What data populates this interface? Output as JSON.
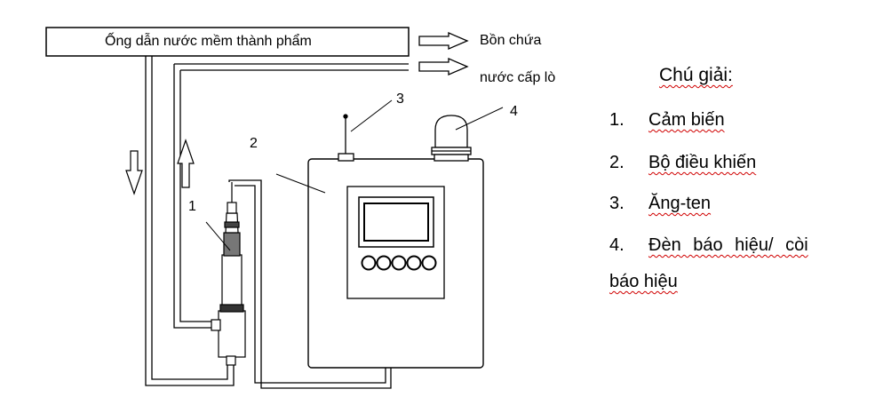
{
  "pipe": {
    "title": "Ống dẫn nước mềm thành phẩm"
  },
  "destination": {
    "line1": "Bồn chứa",
    "line2": "nước cấp lò"
  },
  "callouts": {
    "n1": "1",
    "n2": "2",
    "n3": "3",
    "n4": "4"
  },
  "legend": {
    "title": "Chú giải:",
    "items": [
      {
        "num": "1.",
        "text": "Cảm biến"
      },
      {
        "num": "2.",
        "text": "Bộ điều khiến"
      },
      {
        "num": "3.",
        "text": "Ăng-ten"
      },
      {
        "num": "4.",
        "text": "Đèn báo hiệu/ còi"
      }
    ],
    "item4_cont": "báo hiệu"
  }
}
